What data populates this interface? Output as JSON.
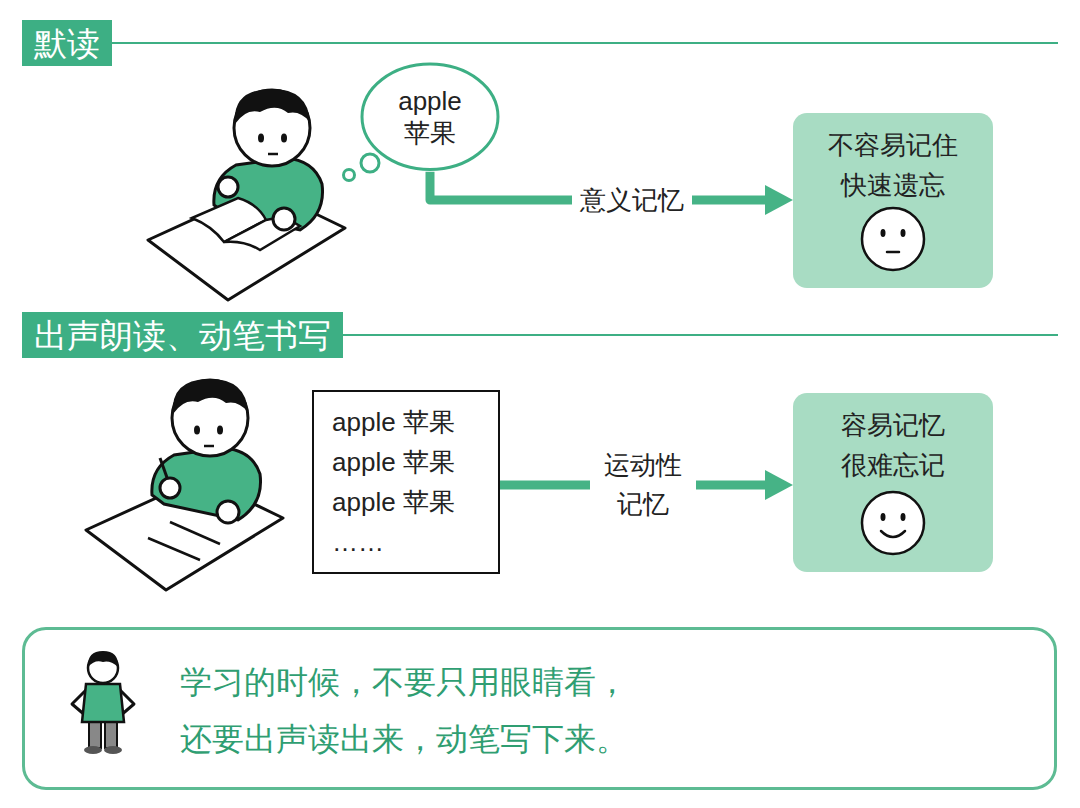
{
  "diagram": {
    "nodes": [
      {
        "text": [
          "默读"
        ]
      },
      {
        "text": [
          "apple 苹果"
        ]
      },
      {
        "text": [
          "不容易记住 快速遗忘"
        ]
      },
      {
        "text": [
          "出声朗读、动笔书写"
        ]
      },
      {
        "text": [
          "apple 苹果",
          "apple 苹果",
          "apple 苹果",
          "……"
        ]
      },
      {
        "text": [
          "容易记忆 很难忘记"
        ]
      },
      {
        "text": [
          "学习的时候，不要只用眼睛看， 还要出声读出来，动笔写下来。"
        ]
      }
    ],
    "edges": [
      {
        "from": 1,
        "to": 2,
        "arrow": "to",
        "label": "意义记忆"
      },
      {
        "from": 4,
        "to": 5,
        "arrow": "to",
        "label": "运动性 记忆"
      }
    ]
  }
}
